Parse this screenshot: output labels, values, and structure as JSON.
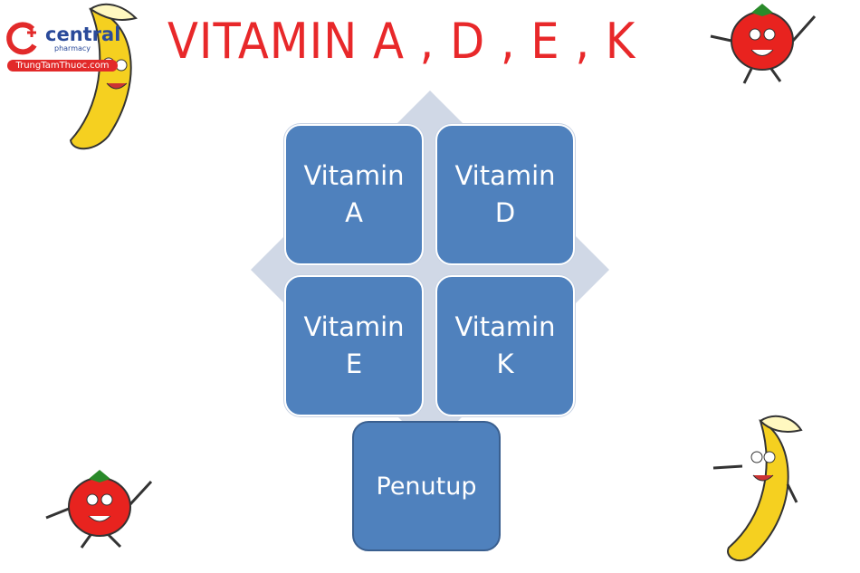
{
  "title": "VITAMIN A , D , E , K",
  "logo": {
    "name": "central",
    "sub": "pharmacy",
    "url": "TrungTamThuoc.com"
  },
  "diagram": {
    "boxes": [
      {
        "label": "Vitamin\nA"
      },
      {
        "label": "Vitamin\nD"
      },
      {
        "label": "Vitamin\nE"
      },
      {
        "label": "Vitamin\nK"
      }
    ],
    "closing": "Penutup"
  },
  "colors": {
    "title": "#e8282a",
    "box": "#4f81bd",
    "arrows": "#d0d8e6"
  }
}
